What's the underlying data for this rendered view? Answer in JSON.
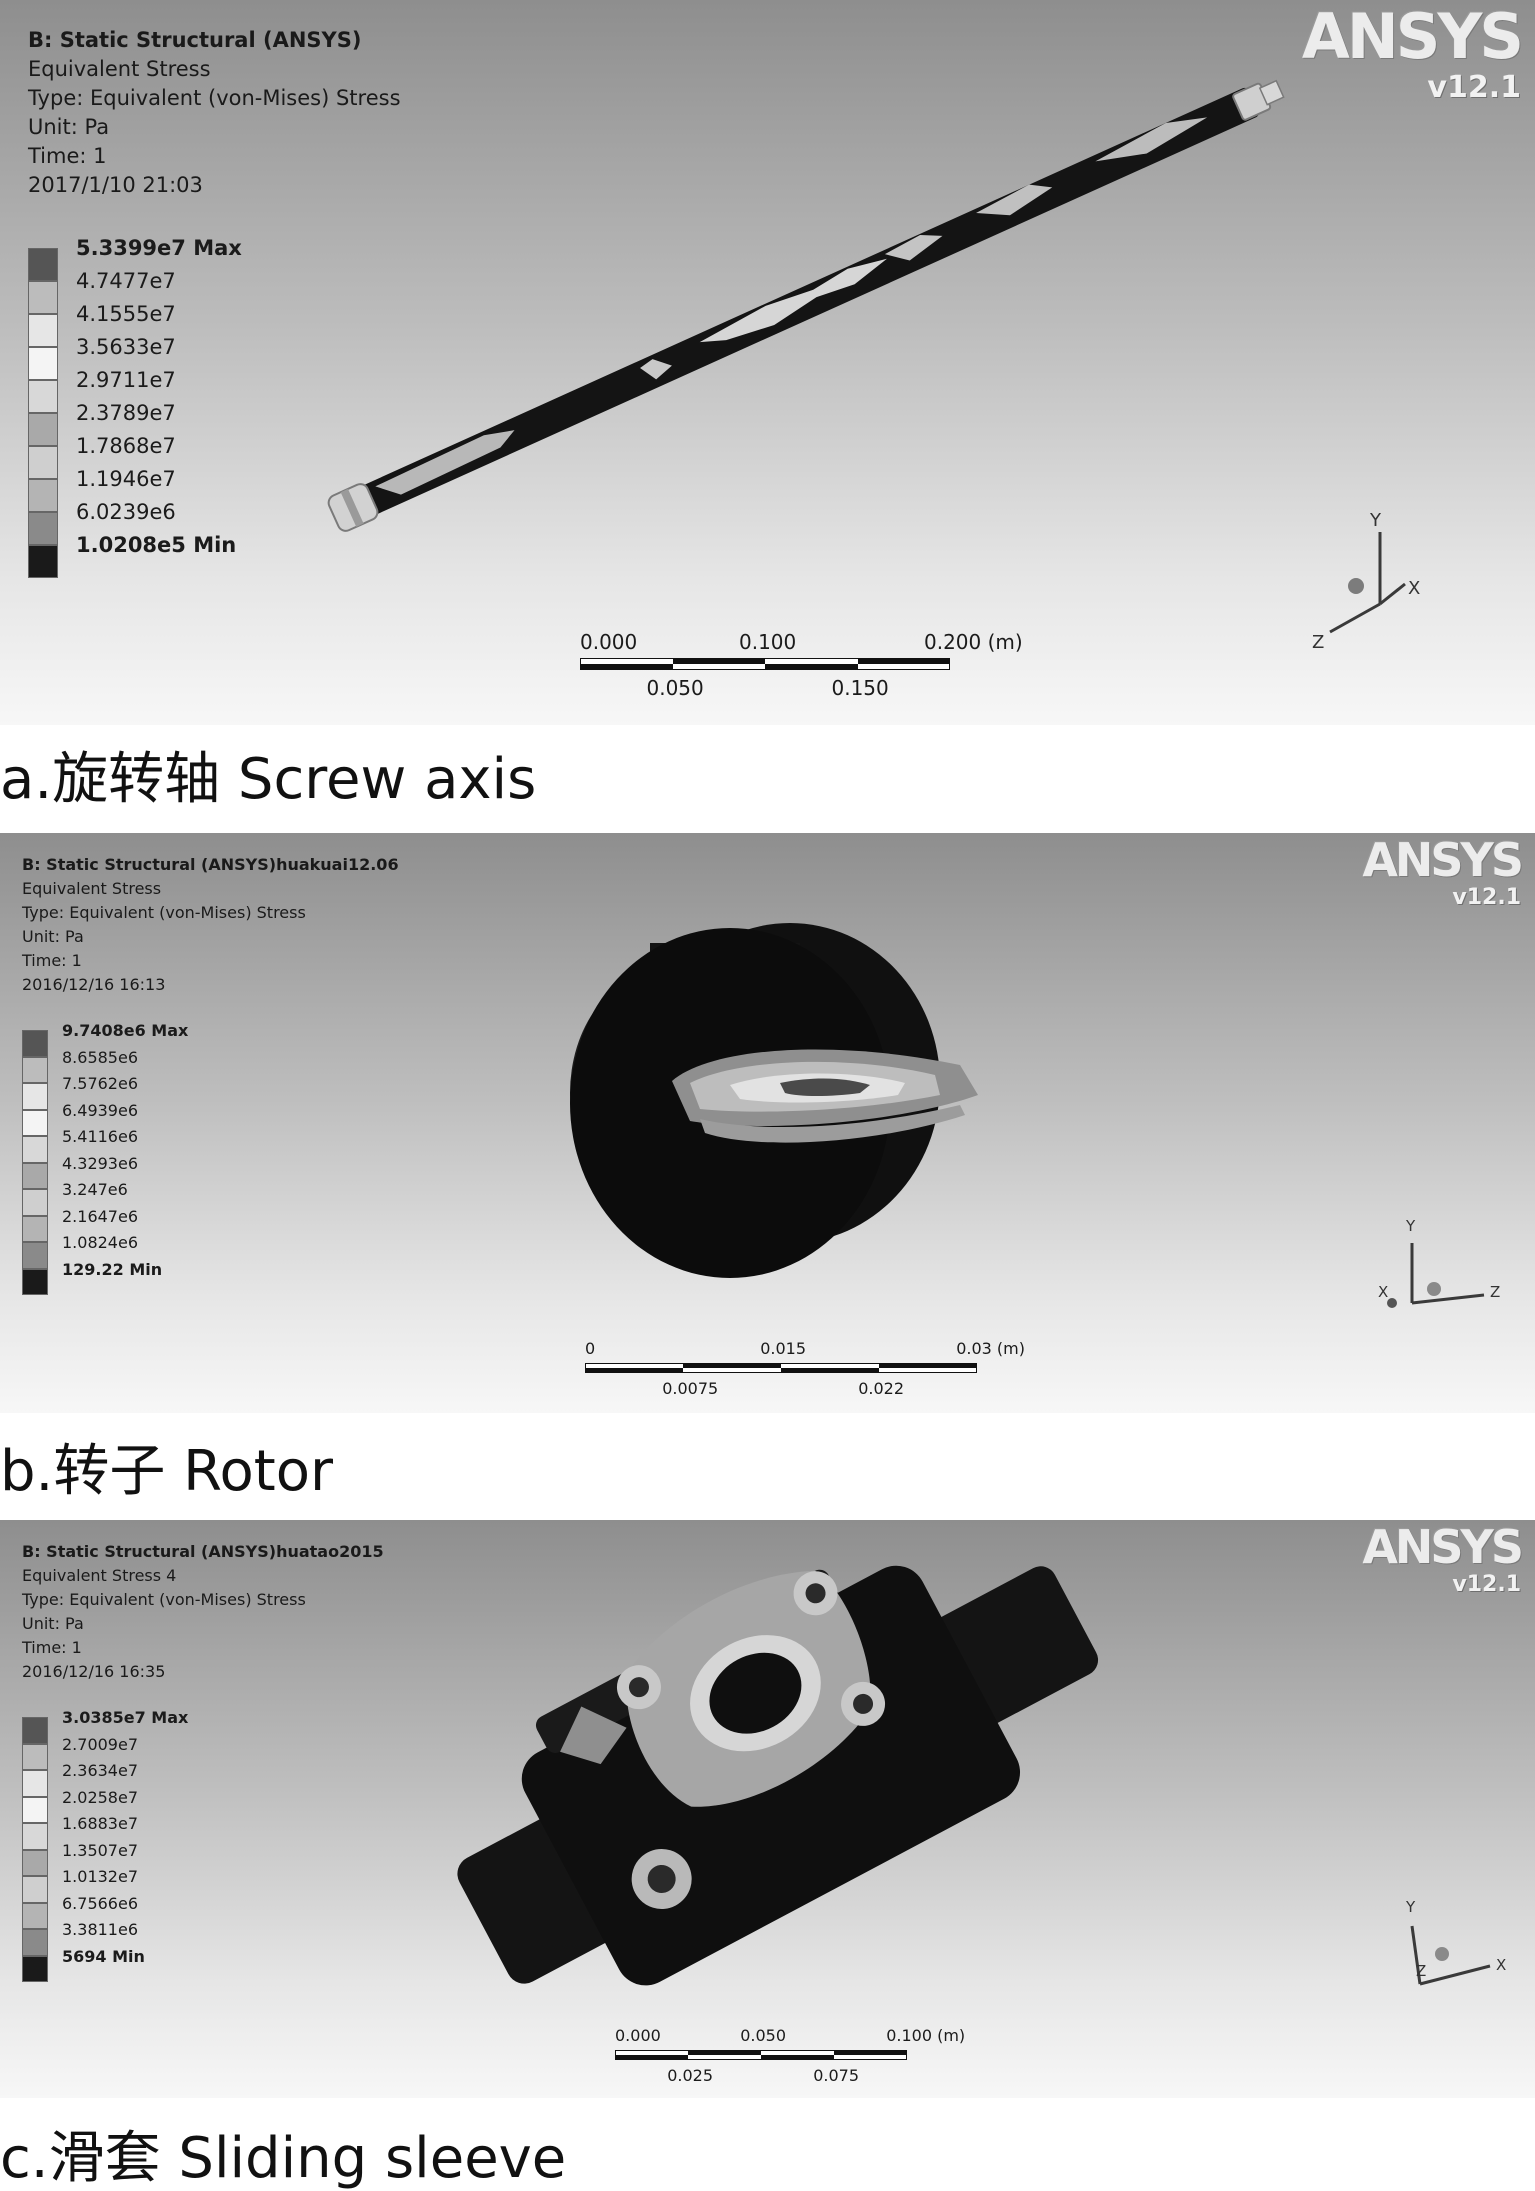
{
  "logo": {
    "name": "ANSYS",
    "version": "v12.1"
  },
  "panels": [
    {
      "header": {
        "title": "B: Static Structural (ANSYS)",
        "result": "Equivalent Stress",
        "type": "Type: Equivalent (von-Mises) Stress",
        "unit": "Unit: Pa",
        "time": "Time: 1",
        "timestamp": "2017/1/10 21:03"
      },
      "legend": [
        "5.3399e7 Max",
        "4.7477e7",
        "4.1555e7",
        "3.5633e7",
        "2.9711e7",
        "2.3789e7",
        "1.7868e7",
        "1.1946e7",
        "6.0239e6",
        "1.0208e5 Min"
      ],
      "scale": {
        "top": [
          "0.000",
          "0.100",
          "0.200 (m)"
        ],
        "bottom": [
          "0.050",
          "0.150"
        ]
      },
      "triad": {
        "a": "Y",
        "b": "X",
        "c": "Z"
      },
      "caption": "a.旋转轴 Screw axis"
    },
    {
      "header": {
        "title": "B: Static Structural (ANSYS)huakuai12.06",
        "result": "Equivalent Stress",
        "type": "Type: Equivalent (von-Mises) Stress",
        "unit": "Unit: Pa",
        "time": "Time: 1",
        "timestamp": "2016/12/16 16:13"
      },
      "legend": [
        "9.7408e6 Max",
        "8.6585e6",
        "7.5762e6",
        "6.4939e6",
        "5.4116e6",
        "4.3293e6",
        "3.247e6",
        "2.1647e6",
        "1.0824e6",
        "129.22 Min"
      ],
      "scale": {
        "top": [
          "0",
          "0.015",
          "0.03 (m)"
        ],
        "bottom": [
          "0.0075",
          "0.022"
        ]
      },
      "triad": {
        "a": "Y",
        "b": "X",
        "c": "Z"
      },
      "caption": "b.转子 Rotor"
    },
    {
      "header": {
        "title": "B: Static Structural (ANSYS)huatao2015",
        "result": "Equivalent Stress 4",
        "type": "Type: Equivalent (von-Mises) Stress",
        "unit": "Unit: Pa",
        "time": "Time: 1",
        "timestamp": "2016/12/16 16:35"
      },
      "legend": [
        "3.0385e7 Max",
        "2.7009e7",
        "2.3634e7",
        "2.0258e7",
        "1.6883e7",
        "1.3507e7",
        "1.0132e7",
        "6.7566e6",
        "3.3811e6",
        "5694 Min"
      ],
      "scale": {
        "top": [
          "0.000",
          "0.050",
          "0.100 (m)"
        ],
        "bottom": [
          "0.025",
          "0.075"
        ]
      },
      "triad": {
        "a": "Y",
        "b": "Z",
        "c": "X"
      },
      "caption": "c.滑套 Sliding sleeve"
    }
  ],
  "legend_colors": [
    "#555555",
    "#bcbcbc",
    "#e6e6e6",
    "#f4f4f4",
    "#d8d8d8",
    "#a9a9a9",
    "#cfcfcf",
    "#b4b4b4",
    "#8a8a8a",
    "#1a1a1a"
  ]
}
